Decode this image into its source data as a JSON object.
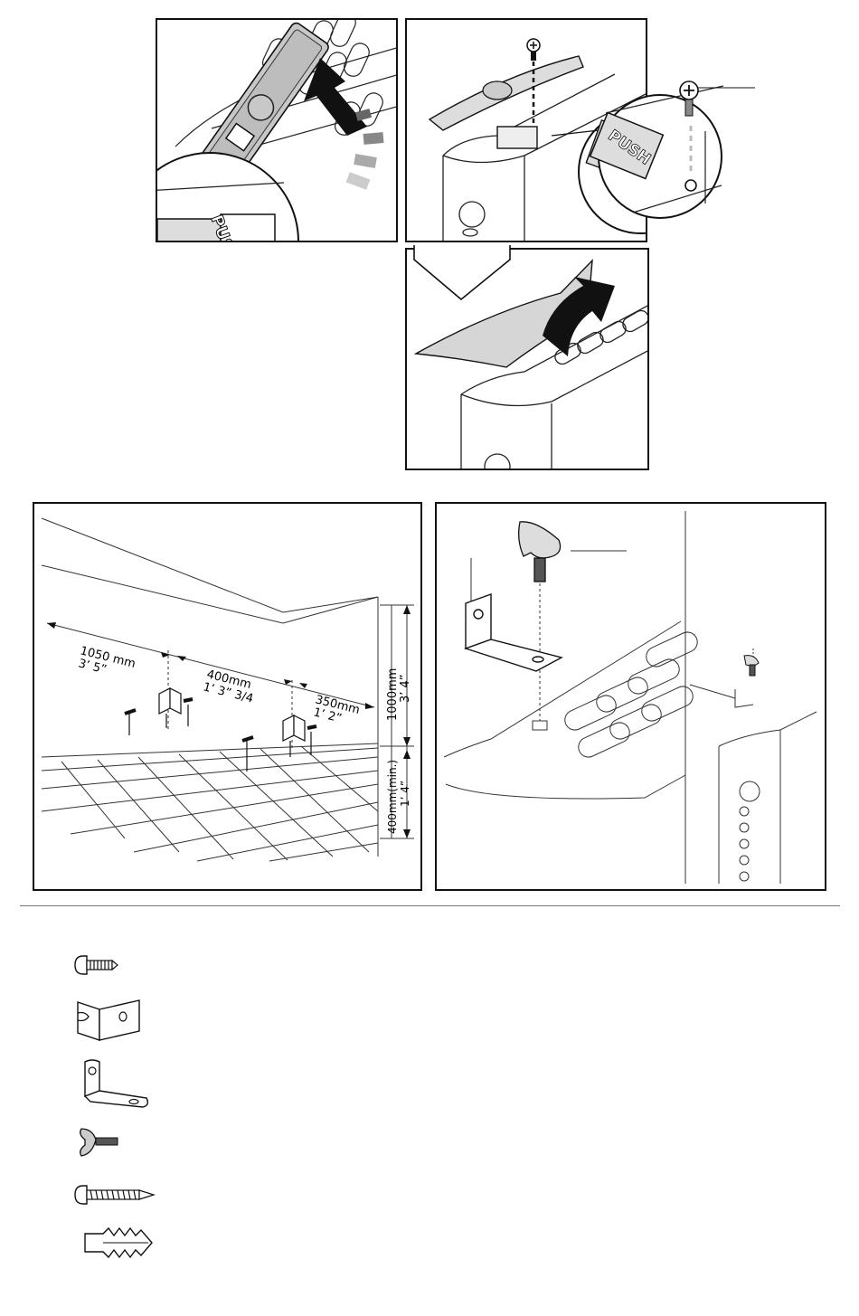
{
  "step1": {
    "label": "PUSH"
  },
  "step2": {
    "label": "PUSH"
  },
  "wall": {
    "dim_left_mm": "1050 mm",
    "dim_left_in": "3’ 5”",
    "dim_mid_mm": "400mm",
    "dim_mid_in": "1’ 3” 3/4",
    "dim_right_mm": "350mm",
    "dim_right_in": "1’ 2”",
    "dim_height_mm": "1000mm",
    "dim_height_in": "3’ 4”",
    "dim_floor_mm": "400mm(min.)",
    "dim_floor_in": "1’ 4”"
  },
  "parts": [
    {
      "name": "small-screw",
      "icon": "pan-head-screw-icon"
    },
    {
      "name": "wall-bracket",
      "icon": "u-bracket-icon"
    },
    {
      "name": "l-bracket",
      "icon": "l-bracket-icon"
    },
    {
      "name": "wing-bolt",
      "icon": "wing-bolt-icon"
    },
    {
      "name": "long-screw",
      "icon": "wood-screw-icon"
    },
    {
      "name": "wall-plug",
      "icon": "wall-plug-icon"
    }
  ]
}
